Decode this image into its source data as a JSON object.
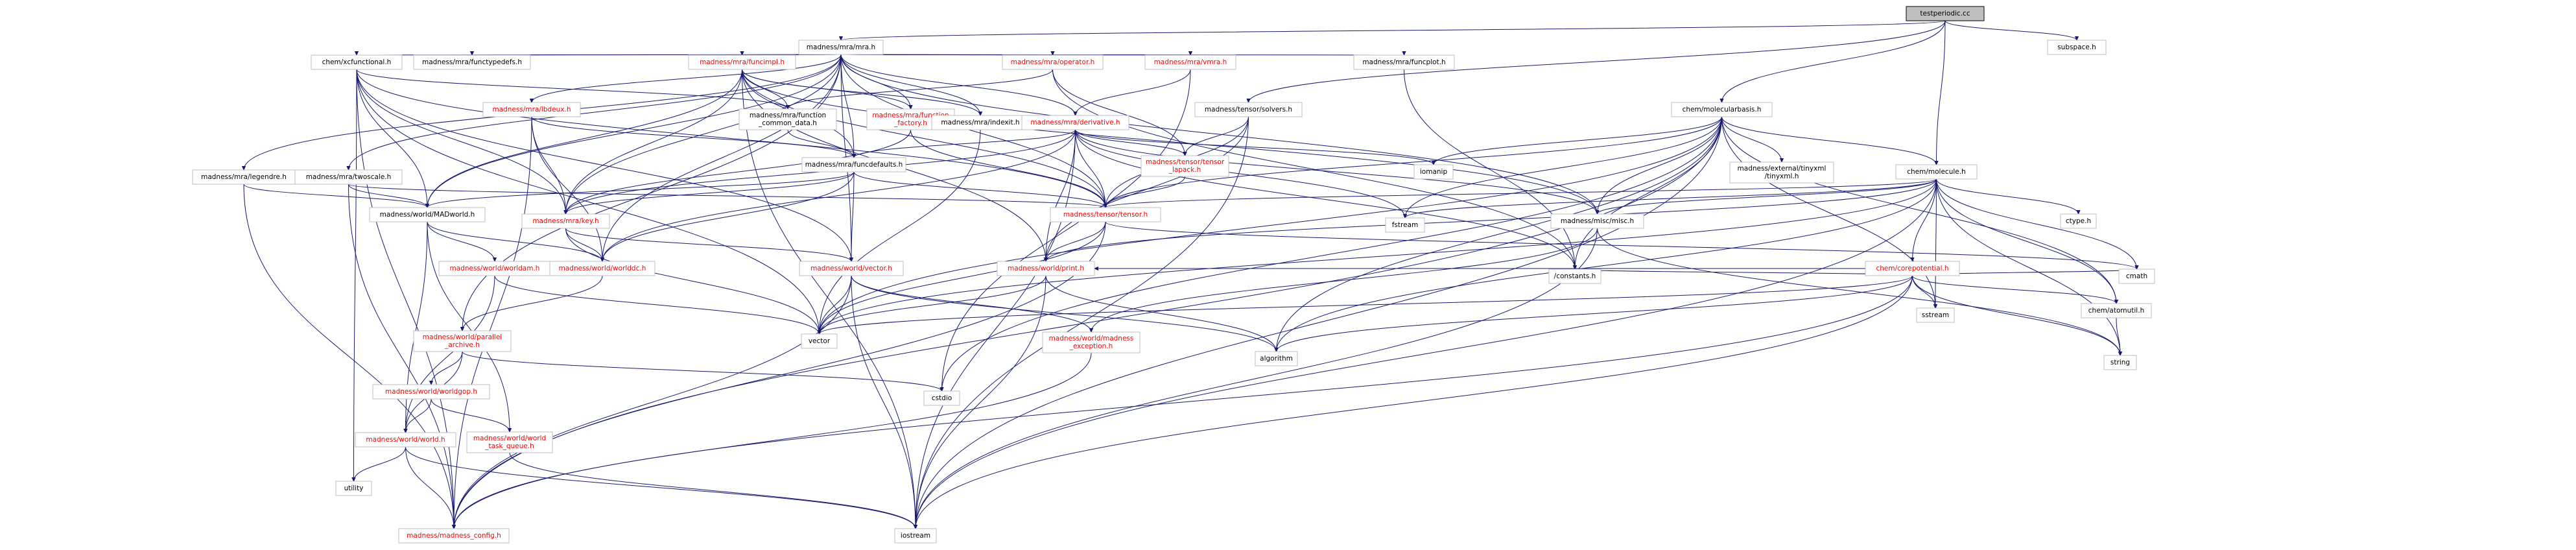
{
  "diagram": {
    "type": "include-dependency-graph",
    "colors": {
      "edge": "#191970",
      "node_border": "#bfbfbf",
      "root_fill": "#bfbfbf",
      "linked_text": "#000000",
      "missing_text": "#ff0000"
    },
    "nodes": [
      {
        "id": "root",
        "label": "testperiodic.cc",
        "color": "black",
        "root": true
      },
      {
        "id": "mra",
        "label": "madness/mra/mra.h",
        "color": "black"
      },
      {
        "id": "subspace",
        "label": "subspace.h",
        "color": "black"
      },
      {
        "id": "xcfunc",
        "label": "chem/xcfunctional.h",
        "color": "black"
      },
      {
        "id": "functypedefs",
        "label": "madness/mra/functypedefs.h",
        "color": "black"
      },
      {
        "id": "funcimpl",
        "label": "madness/mra/funcimpl.h",
        "color": "red"
      },
      {
        "id": "operator",
        "label": "madness/mra/operator.h",
        "color": "red"
      },
      {
        "id": "vmra",
        "label": "madness/mra/vmra.h",
        "color": "red"
      },
      {
        "id": "funcplot",
        "label": "madness/mra/funcplot.h",
        "color": "black"
      },
      {
        "id": "tensorsolvers",
        "label": "madness/tensor/solvers.h",
        "color": "black"
      },
      {
        "id": "molecularbasis",
        "label": "chem/molecularbasis.h",
        "color": "black"
      },
      {
        "id": "lbdeux",
        "label": "madness/mra/lbdeux.h",
        "color": "red"
      },
      {
        "id": "functiondata",
        "label": "madness/mra/function\n_common_data.h",
        "color": "black"
      },
      {
        "id": "functionfactory",
        "label": "madness/mra/function\n_factory.h",
        "color": "red"
      },
      {
        "id": "indexit",
        "label": "madness/mra/indexit.h",
        "color": "black"
      },
      {
        "id": "derivative",
        "label": "madness/mra/derivative.h",
        "color": "red"
      },
      {
        "id": "legendre",
        "label": "madness/mra/legendre.h",
        "color": "black"
      },
      {
        "id": "twoscale",
        "label": "madness/mra/twoscale.h",
        "color": "black"
      },
      {
        "id": "funcdefaults",
        "label": "madness/mra/funcdefaults.h",
        "color": "black"
      },
      {
        "id": "tensorlapack",
        "label": "madness/tensor/tensor\n_lapack.h",
        "color": "red"
      },
      {
        "id": "iomanip",
        "label": "iomanip",
        "color": "black"
      },
      {
        "id": "tinyxml",
        "label": "madness/external/tinyxml\n/tinyxml.h",
        "color": "black"
      },
      {
        "id": "molecule",
        "label": "chem/molecule.h",
        "color": "black"
      },
      {
        "id": "madworld",
        "label": "madness/world/MADworld.h",
        "color": "black"
      },
      {
        "id": "key",
        "label": "madness/mra/key.h",
        "color": "red"
      },
      {
        "id": "tensor",
        "label": "madness/tensor/tensor.h",
        "color": "red"
      },
      {
        "id": "fstream",
        "label": "fstream",
        "color": "black"
      },
      {
        "id": "misc",
        "label": "madness/misc/misc.h",
        "color": "black"
      },
      {
        "id": "ctype",
        "label": "ctype.h",
        "color": "black"
      },
      {
        "id": "worldam",
        "label": "madness/world/worldam.h",
        "color": "red"
      },
      {
        "id": "worlddc",
        "label": "madness/world/worlddc.h",
        "color": "red"
      },
      {
        "id": "vector",
        "label": "madness/world/vector.h",
        "color": "red"
      },
      {
        "id": "print",
        "label": "madness/world/print.h",
        "color": "red"
      },
      {
        "id": "corepotential",
        "label": "chem/corepotential.h",
        "color": "red"
      },
      {
        "id": "constants",
        "label": "/constants.h",
        "color": "black"
      },
      {
        "id": "cmath",
        "label": "cmath",
        "color": "black"
      },
      {
        "id": "sstream",
        "label": "sstream",
        "color": "black"
      },
      {
        "id": "atomutil",
        "label": "chem/atomutil.h",
        "color": "black"
      },
      {
        "id": "parallelarchive",
        "label": "madness/world/parallel\n_archive.h",
        "color": "red"
      },
      {
        "id": "stdvector",
        "label": "vector",
        "color": "black"
      },
      {
        "id": "madexception",
        "label": "madness/world/madness\n_exception.h",
        "color": "red"
      },
      {
        "id": "algorithm",
        "label": "algorithm",
        "color": "black"
      },
      {
        "id": "string",
        "label": "string",
        "color": "black"
      },
      {
        "id": "worldgop",
        "label": "madness/world/worldgop.h",
        "color": "red"
      },
      {
        "id": "cstdio",
        "label": "cstdio",
        "color": "black"
      },
      {
        "id": "world",
        "label": "madness/world/world.h",
        "color": "red"
      },
      {
        "id": "worldtaskqueue",
        "label": "madness/world/world\n_task_queue.h",
        "color": "red"
      },
      {
        "id": "utility",
        "label": "utility",
        "color": "black"
      },
      {
        "id": "madconfig",
        "label": "madness/madness_config.h",
        "color": "red"
      },
      {
        "id": "iostream",
        "label": "iostream",
        "color": "black"
      }
    ],
    "edges": [
      [
        "root",
        "mra"
      ],
      [
        "root",
        "subspace"
      ],
      [
        "root",
        "tensorsolvers"
      ],
      [
        "root",
        "molecularbasis"
      ],
      [
        "root",
        "molecule"
      ],
      [
        "mra",
        "xcfunc"
      ],
      [
        "mra",
        "functypedefs"
      ],
      [
        "mra",
        "funcimpl"
      ],
      [
        "mra",
        "operator"
      ],
      [
        "mra",
        "vmra"
      ],
      [
        "mra",
        "funcplot"
      ],
      [
        "mra",
        "lbdeux"
      ],
      [
        "mra",
        "functionfactory"
      ],
      [
        "mra",
        "indexit"
      ],
      [
        "mra",
        "derivative"
      ],
      [
        "mra",
        "legendre"
      ],
      [
        "mra",
        "twoscale"
      ],
      [
        "mra",
        "funcdefaults"
      ],
      [
        "mra",
        "madworld"
      ],
      [
        "mra",
        "key"
      ],
      [
        "mra",
        "tensor"
      ],
      [
        "mra",
        "worlddc"
      ],
      [
        "mra",
        "parallelarchive"
      ],
      [
        "mra",
        "misc"
      ],
      [
        "mra",
        "vector"
      ],
      [
        "xcfunc",
        "madworld"
      ],
      [
        "xcfunc",
        "key"
      ],
      [
        "xcfunc",
        "tensor"
      ],
      [
        "xcfunc",
        "stdvector"
      ],
      [
        "xcfunc",
        "utility"
      ],
      [
        "xcfunc",
        "madconfig"
      ],
      [
        "xcfunc",
        "functiondata"
      ],
      [
        "xcfunc",
        "vector"
      ],
      [
        "funcimpl",
        "functiondata"
      ],
      [
        "funcimpl",
        "functionfactory"
      ],
      [
        "funcimpl",
        "indexit"
      ],
      [
        "funcimpl",
        "funcdefaults"
      ],
      [
        "funcimpl",
        "key"
      ],
      [
        "funcimpl",
        "tensor"
      ],
      [
        "funcimpl",
        "madworld"
      ],
      [
        "funcimpl",
        "iostream"
      ],
      [
        "funcimpl",
        "print"
      ],
      [
        "funcimpl",
        "misc"
      ],
      [
        "operator",
        "tensorlapack"
      ],
      [
        "operator",
        "functiondata"
      ],
      [
        "operator",
        "constants"
      ],
      [
        "vmra",
        "derivative"
      ],
      [
        "vmra",
        "cstdio"
      ],
      [
        "funcplot",
        "constants"
      ],
      [
        "tensorsolvers",
        "tensorlapack"
      ],
      [
        "tensorsolvers",
        "tensor"
      ],
      [
        "tensorsolvers",
        "print"
      ],
      [
        "tensorsolvers",
        "iostream"
      ],
      [
        "molecularbasis",
        "molecule"
      ],
      [
        "molecularbasis",
        "tinyxml"
      ],
      [
        "molecularbasis",
        "iomanip"
      ],
      [
        "molecularbasis",
        "fstream"
      ],
      [
        "molecularbasis",
        "tensor"
      ],
      [
        "molecularbasis",
        "constants"
      ],
      [
        "molecularbasis",
        "sstream"
      ],
      [
        "molecularbasis",
        "algorithm"
      ],
      [
        "molecularbasis",
        "cstdio"
      ],
      [
        "molecularbasis",
        "madconfig"
      ],
      [
        "molecularbasis",
        "atomutil"
      ],
      [
        "molecularbasis",
        "stdvector"
      ],
      [
        "molecularbasis",
        "iostream"
      ],
      [
        "molecularbasis",
        "misc"
      ],
      [
        "lbdeux",
        "funcdefaults"
      ],
      [
        "lbdeux",
        "key"
      ],
      [
        "lbdeux",
        "worlddc"
      ],
      [
        "lbdeux",
        "madconfig"
      ],
      [
        "functiondata",
        "funcdefaults"
      ],
      [
        "functionfactory",
        "key"
      ],
      [
        "functionfactory",
        "tensor"
      ],
      [
        "indexit",
        "stdvector"
      ],
      [
        "derivative",
        "iomanip"
      ],
      [
        "derivative",
        "tensorlapack"
      ],
      [
        "derivative",
        "funcdefaults"
      ],
      [
        "derivative",
        "key"
      ],
      [
        "derivative",
        "fstream"
      ],
      [
        "derivative",
        "tensor"
      ],
      [
        "derivative",
        "print"
      ],
      [
        "derivative",
        "iostream"
      ],
      [
        "derivative",
        "worlddc"
      ],
      [
        "derivative",
        "misc"
      ],
      [
        "derivative",
        "constants"
      ],
      [
        "legendre",
        "madworld"
      ],
      [
        "legendre",
        "madconfig"
      ],
      [
        "twoscale",
        "madworld"
      ],
      [
        "twoscale",
        "tensor"
      ],
      [
        "twoscale",
        "madconfig"
      ],
      [
        "funcdefaults",
        "madworld"
      ],
      [
        "funcdefaults",
        "key"
      ],
      [
        "funcdefaults",
        "tensor"
      ],
      [
        "funcdefaults",
        "vector"
      ],
      [
        "funcdefaults",
        "worlddc"
      ],
      [
        "tensorlapack",
        "tensor"
      ],
      [
        "molecule",
        "corepotential"
      ],
      [
        "molecule",
        "atomutil"
      ],
      [
        "molecule",
        "fstream"
      ],
      [
        "molecule",
        "tensor"
      ],
      [
        "molecule",
        "misc"
      ],
      [
        "molecule",
        "ctype"
      ],
      [
        "molecule",
        "cmath"
      ],
      [
        "molecule",
        "sstream"
      ],
      [
        "molecule",
        "algorithm"
      ],
      [
        "molecule",
        "string"
      ],
      [
        "molecule",
        "iostream"
      ],
      [
        "molecule",
        "stdvector"
      ],
      [
        "molecule",
        "print"
      ],
      [
        "madworld",
        "worldam"
      ],
      [
        "madworld",
        "worlddc"
      ],
      [
        "madworld",
        "world"
      ],
      [
        "madworld",
        "worldtaskqueue"
      ],
      [
        "key",
        "vector"
      ],
      [
        "key",
        "worlddc"
      ],
      [
        "key",
        "stdvector"
      ],
      [
        "tensor",
        "stdvector"
      ],
      [
        "tensor",
        "madconfig"
      ],
      [
        "tensor",
        "cmath"
      ],
      [
        "tensor",
        "print"
      ],
      [
        "misc",
        "string"
      ],
      [
        "misc",
        "iostream"
      ],
      [
        "misc",
        "madexception"
      ],
      [
        "worldam",
        "world"
      ],
      [
        "worldam",
        "stdvector"
      ],
      [
        "worlddc",
        "parallelarchive"
      ],
      [
        "vector",
        "stdvector"
      ],
      [
        "vector",
        "madexception"
      ],
      [
        "vector",
        "algorithm"
      ],
      [
        "vector",
        "iostream"
      ],
      [
        "vector",
        "madconfig"
      ],
      [
        "print",
        "stdvector"
      ],
      [
        "print",
        "iostream"
      ],
      [
        "print",
        "algorithm"
      ],
      [
        "corepotential",
        "constants"
      ],
      [
        "corepotential",
        "cmath"
      ],
      [
        "corepotential",
        "sstream"
      ],
      [
        "corepotential",
        "atomutil"
      ],
      [
        "corepotential",
        "string"
      ],
      [
        "corepotential",
        "madconfig"
      ],
      [
        "corepotential",
        "stdvector"
      ],
      [
        "corepotential",
        "iostream"
      ],
      [
        "corepotential",
        "print"
      ],
      [
        "corepotential",
        "algorithm"
      ],
      [
        "atomutil",
        "string"
      ],
      [
        "parallelarchive",
        "worldgop"
      ],
      [
        "parallelarchive",
        "world"
      ],
      [
        "parallelarchive",
        "cstdio"
      ],
      [
        "madexception",
        "madconfig"
      ],
      [
        "worldgop",
        "world"
      ],
      [
        "worldgop",
        "worldtaskqueue"
      ],
      [
        "world",
        "utility"
      ],
      [
        "world",
        "madconfig"
      ],
      [
        "world",
        "iostream"
      ],
      [
        "worldtaskqueue",
        "iostream"
      ]
    ]
  }
}
